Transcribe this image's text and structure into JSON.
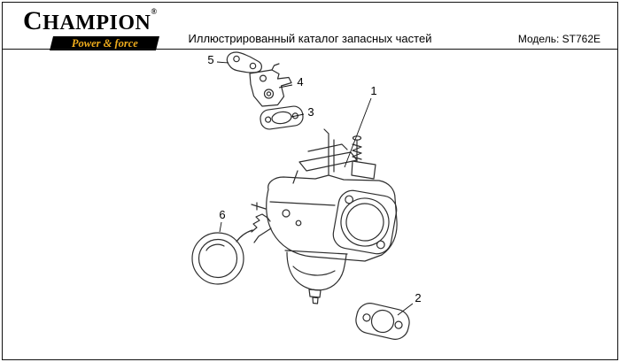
{
  "header": {
    "logo_text": "CHAMPION",
    "logo_reg": "®",
    "tagline": "Power & force",
    "title": "Иллюстрированный каталог запасных частей",
    "model": "Модель: ST762E"
  },
  "colors": {
    "accent_gold": "#f0ad1d",
    "ink": "#111111"
  },
  "diagram": {
    "callouts": [
      {
        "number": "1"
      },
      {
        "number": "2"
      },
      {
        "number": "3"
      },
      {
        "number": "4"
      },
      {
        "number": "5"
      },
      {
        "number": "6"
      }
    ]
  }
}
